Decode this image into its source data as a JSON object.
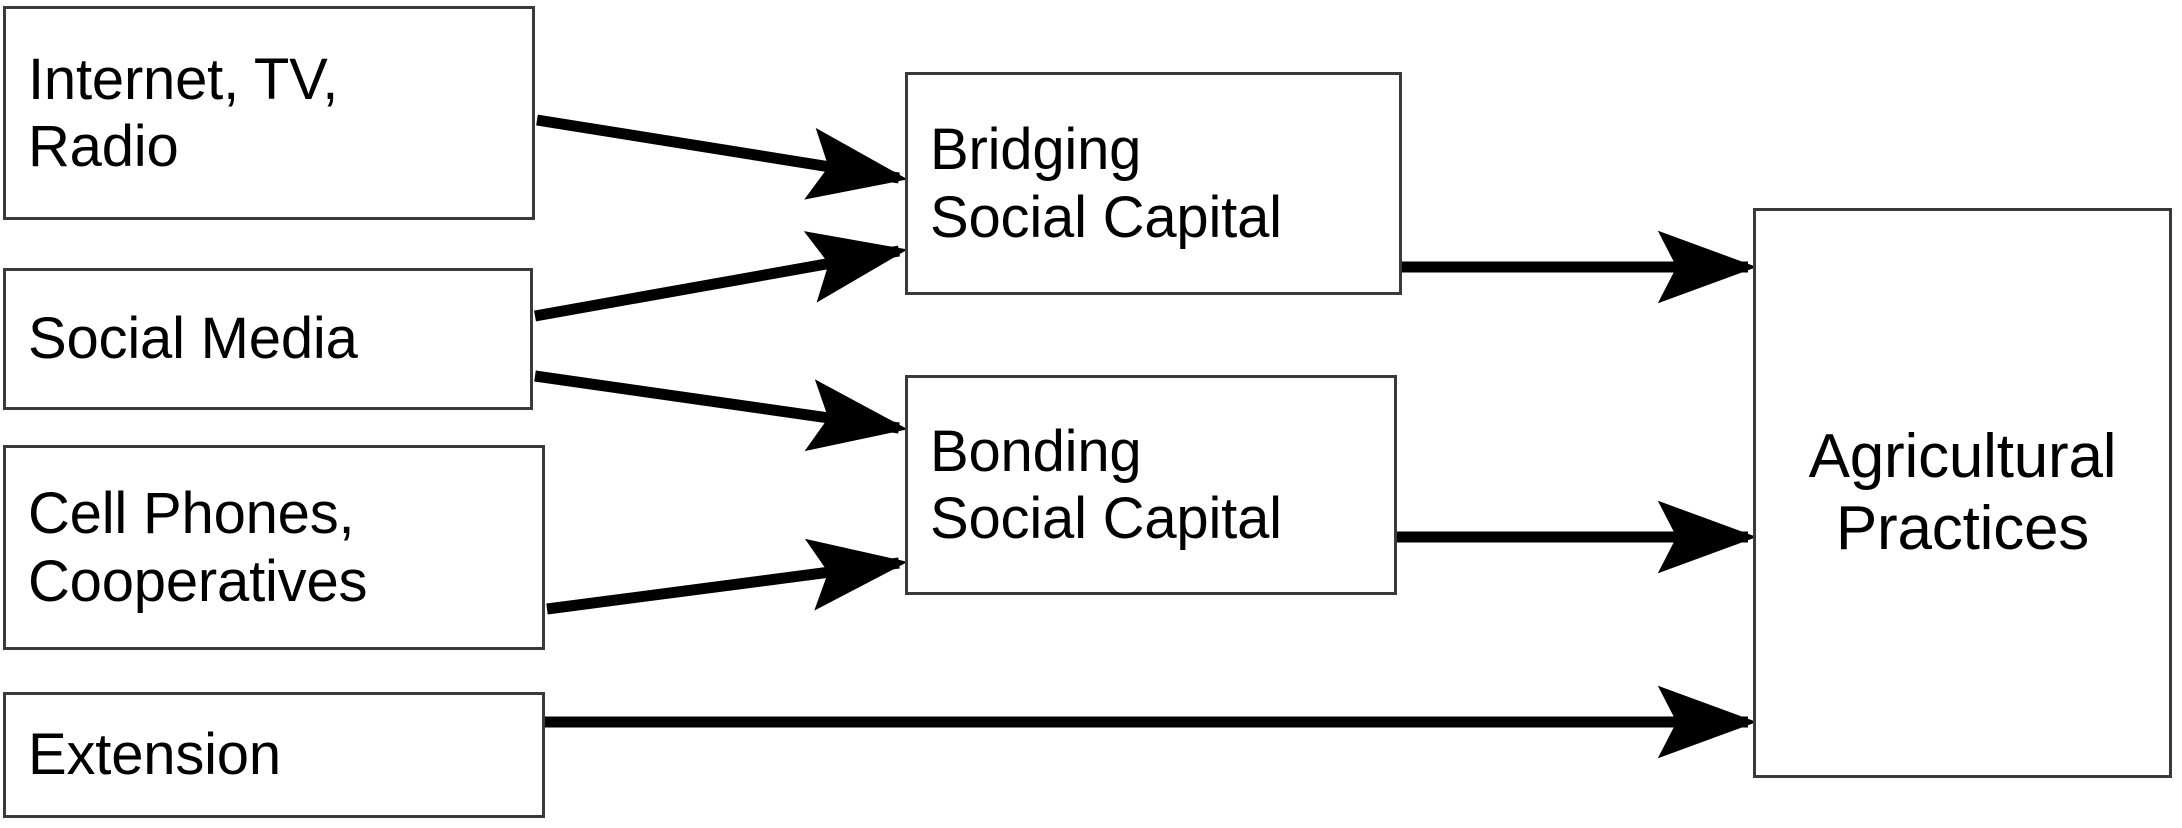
{
  "diagram": {
    "title": "Information sources, social capital and agricultural practices pathway diagram",
    "background_color": "#ffffff",
    "box_border_color": "#3a3a3a",
    "arrow_color": "#000000",
    "text_color": "#000000",
    "nodes": [
      {
        "id": "internet",
        "label": "Internet, TV,\nRadio",
        "column": "sources"
      },
      {
        "id": "social",
        "label": "Social Media",
        "column": "sources"
      },
      {
        "id": "cell",
        "label": "Cell Phones,\nCooperatives",
        "column": "sources"
      },
      {
        "id": "extension",
        "label": "Extension",
        "column": "sources"
      },
      {
        "id": "bridging",
        "label": "Bridging\nSocial Capital",
        "column": "mediator"
      },
      {
        "id": "bonding",
        "label": "Bonding\nSocial Capital",
        "column": "mediator"
      },
      {
        "id": "agri",
        "label": "Agricultural\nPractices",
        "column": "outcome"
      }
    ],
    "edges": [
      {
        "from": "internet",
        "to": "bridging",
        "style": "solid-arrow"
      },
      {
        "from": "social",
        "to": "bridging",
        "style": "solid-arrow"
      },
      {
        "from": "social",
        "to": "bonding",
        "style": "solid-arrow"
      },
      {
        "from": "cell",
        "to": "bonding",
        "style": "solid-arrow"
      },
      {
        "from": "bridging",
        "to": "agri",
        "style": "solid-arrow"
      },
      {
        "from": "bonding",
        "to": "agri",
        "style": "solid-arrow"
      },
      {
        "from": "extension",
        "to": "agri",
        "style": "solid-arrow"
      }
    ]
  }
}
